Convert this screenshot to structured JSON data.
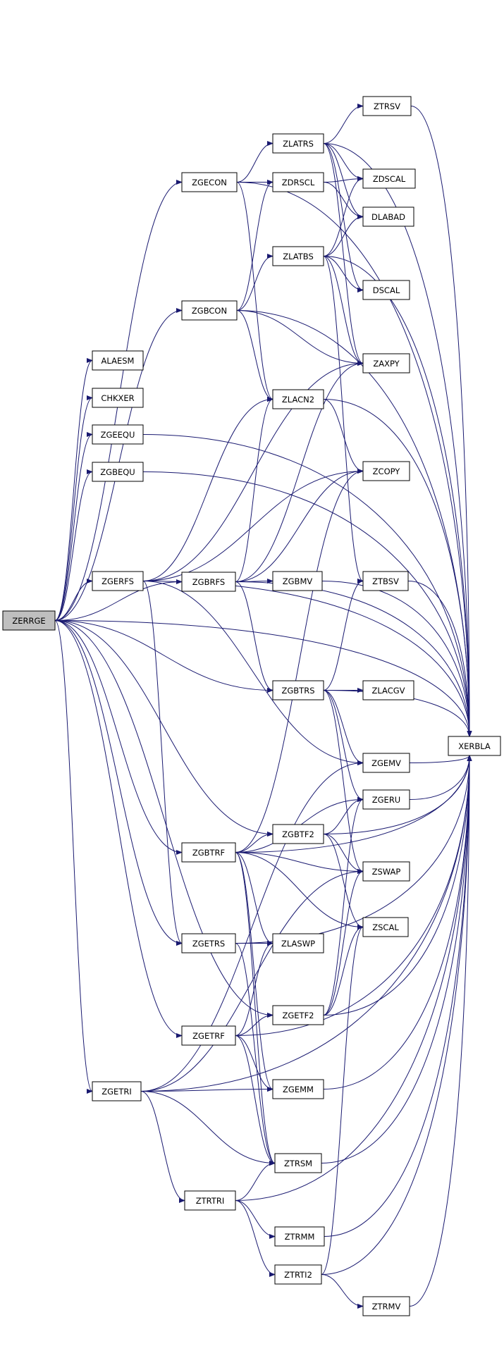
{
  "graph": {
    "root": "ZERRGE",
    "edge_color": "#191970",
    "root_fill": "#bfbfbf",
    "nodes": [
      {
        "id": "ZERRGE",
        "label": "ZERRGE"
      },
      {
        "id": "ALAESM",
        "label": "ALAESM"
      },
      {
        "id": "CHKXER",
        "label": "CHKXER"
      },
      {
        "id": "ZGEEQU",
        "label": "ZGEEQU"
      },
      {
        "id": "ZGBEQU",
        "label": "ZGBEQU"
      },
      {
        "id": "ZGERFS",
        "label": "ZGERFS"
      },
      {
        "id": "ZGETRI",
        "label": "ZGETRI"
      },
      {
        "id": "ZGECON",
        "label": "ZGECON"
      },
      {
        "id": "ZGBCON",
        "label": "ZGBCON"
      },
      {
        "id": "ZGBRFS",
        "label": "ZGBRFS"
      },
      {
        "id": "ZGBTRF",
        "label": "ZGBTRF"
      },
      {
        "id": "ZGETRS",
        "label": "ZGETRS"
      },
      {
        "id": "ZGETRF",
        "label": "ZGETRF"
      },
      {
        "id": "ZTRTRI",
        "label": "ZTRTRI"
      },
      {
        "id": "ZLATRS",
        "label": "ZLATRS"
      },
      {
        "id": "ZDRSCL",
        "label": "ZDRSCL"
      },
      {
        "id": "ZLATBS",
        "label": "ZLATBS"
      },
      {
        "id": "ZLACN2",
        "label": "ZLACN2"
      },
      {
        "id": "ZGBMV",
        "label": "ZGBMV"
      },
      {
        "id": "ZGBTRS",
        "label": "ZGBTRS"
      },
      {
        "id": "ZGBTF2",
        "label": "ZGBTF2"
      },
      {
        "id": "ZLASWP",
        "label": "ZLASWP"
      },
      {
        "id": "ZGETF2",
        "label": "ZGETF2"
      },
      {
        "id": "ZGEMM",
        "label": "ZGEMM"
      },
      {
        "id": "ZTRSM",
        "label": "ZTRSM"
      },
      {
        "id": "ZTRMM",
        "label": "ZTRMM"
      },
      {
        "id": "ZTRTI2",
        "label": "ZTRTI2"
      },
      {
        "id": "ZTRSV",
        "label": "ZTRSV"
      },
      {
        "id": "ZDSCAL",
        "label": "ZDSCAL"
      },
      {
        "id": "DLABAD",
        "label": "DLABAD"
      },
      {
        "id": "DSCAL",
        "label": "DSCAL"
      },
      {
        "id": "ZAXPY",
        "label": "ZAXPY"
      },
      {
        "id": "ZCOPY",
        "label": "ZCOPY"
      },
      {
        "id": "ZTBSV",
        "label": "ZTBSV"
      },
      {
        "id": "ZLACGV",
        "label": "ZLACGV"
      },
      {
        "id": "ZGEMV",
        "label": "ZGEMV"
      },
      {
        "id": "ZGERU",
        "label": "ZGERU"
      },
      {
        "id": "ZSWAP",
        "label": "ZSWAP"
      },
      {
        "id": "ZSCAL",
        "label": "ZSCAL"
      },
      {
        "id": "ZTRMV",
        "label": "ZTRMV"
      },
      {
        "id": "XERBLA",
        "label": "XERBLA"
      }
    ],
    "edges": [
      [
        "ZERRGE",
        "ALAESM"
      ],
      [
        "ZERRGE",
        "CHKXER"
      ],
      [
        "ZERRGE",
        "ZGEEQU"
      ],
      [
        "ZERRGE",
        "ZGBEQU"
      ],
      [
        "ZERRGE",
        "ZGERFS"
      ],
      [
        "ZERRGE",
        "ZGBRFS"
      ],
      [
        "ZERRGE",
        "ZGBCON"
      ],
      [
        "ZERRGE",
        "ZGECON"
      ],
      [
        "ZERRGE",
        "ZGBTRS"
      ],
      [
        "ZERRGE",
        "ZGBTRF"
      ],
      [
        "ZERRGE",
        "ZGBTF2"
      ],
      [
        "ZERRGE",
        "ZGETRS"
      ],
      [
        "ZERRGE",
        "ZGETF2"
      ],
      [
        "ZERRGE",
        "ZGETRF"
      ],
      [
        "ZERRGE",
        "ZGETRI"
      ],
      [
        "ZERRGE",
        "XERBLA"
      ],
      [
        "ZGEEQU",
        "XERBLA"
      ],
      [
        "ZGBEQU",
        "XERBLA"
      ],
      [
        "ZGECON",
        "ZLATRS"
      ],
      [
        "ZGECON",
        "ZDRSCL"
      ],
      [
        "ZGECON",
        "ZLACN2"
      ],
      [
        "ZGECON",
        "XERBLA"
      ],
      [
        "ZLATRS",
        "ZTRSV"
      ],
      [
        "ZLATRS",
        "ZDSCAL"
      ],
      [
        "ZLATRS",
        "DLABAD"
      ],
      [
        "ZLATRS",
        "DSCAL"
      ],
      [
        "ZLATRS",
        "ZAXPY"
      ],
      [
        "ZLATRS",
        "XERBLA"
      ],
      [
        "ZDRSCL",
        "ZDSCAL"
      ],
      [
        "ZDRSCL",
        "DLABAD"
      ],
      [
        "ZLATBS",
        "ZDSCAL"
      ],
      [
        "ZLATBS",
        "DLABAD"
      ],
      [
        "ZLATBS",
        "DSCAL"
      ],
      [
        "ZLATBS",
        "ZAXPY"
      ],
      [
        "ZLATBS",
        "ZTBSV"
      ],
      [
        "ZLATBS",
        "XERBLA"
      ],
      [
        "ZGBCON",
        "ZLATBS"
      ],
      [
        "ZGBCON",
        "ZDRSCL"
      ],
      [
        "ZGBCON",
        "ZAXPY"
      ],
      [
        "ZGBCON",
        "ZLACN2"
      ],
      [
        "ZGBCON",
        "XERBLA"
      ],
      [
        "ZLACN2",
        "ZCOPY"
      ],
      [
        "ZLACN2",
        "XERBLA"
      ],
      [
        "ZGERFS",
        "ZAXPY"
      ],
      [
        "ZGERFS",
        "ZLACN2"
      ],
      [
        "ZGERFS",
        "ZCOPY"
      ],
      [
        "ZGERFS",
        "ZGEMV"
      ],
      [
        "ZGERFS",
        "ZGETRS"
      ],
      [
        "ZGERFS",
        "XERBLA"
      ],
      [
        "ZGBRFS",
        "ZGBMV"
      ],
      [
        "ZGBRFS",
        "ZAXPY"
      ],
      [
        "ZGBRFS",
        "ZLACN2"
      ],
      [
        "ZGBRFS",
        "ZCOPY"
      ],
      [
        "ZGBRFS",
        "ZGBTRS"
      ],
      [
        "ZGBRFS",
        "XERBLA"
      ],
      [
        "ZGBMV",
        "XERBLA"
      ],
      [
        "ZGBTRS",
        "ZTBSV"
      ],
      [
        "ZGBTRS",
        "ZLACGV"
      ],
      [
        "ZGBTRS",
        "ZGEMV"
      ],
      [
        "ZGBTRS",
        "ZGERU"
      ],
      [
        "ZGBTRS",
        "ZSWAP"
      ],
      [
        "ZGBTRS",
        "XERBLA"
      ],
      [
        "ZTRSV",
        "XERBLA"
      ],
      [
        "ZTBSV",
        "XERBLA"
      ],
      [
        "ZGEMV",
        "XERBLA"
      ],
      [
        "ZGERU",
        "XERBLA"
      ],
      [
        "ZGBTRF",
        "ZGBTF2"
      ],
      [
        "ZGBTRF",
        "ZCOPY"
      ],
      [
        "ZGBTRF",
        "ZGERU"
      ],
      [
        "ZGBTRF",
        "ZSWAP"
      ],
      [
        "ZGBTRF",
        "ZSCAL"
      ],
      [
        "ZGBTRF",
        "ZLASWP"
      ],
      [
        "ZGBTRF",
        "ZGEMM"
      ],
      [
        "ZGBTRF",
        "ZTRSM"
      ],
      [
        "ZGBTRF",
        "XERBLA"
      ],
      [
        "ZGBTF2",
        "ZGERU"
      ],
      [
        "ZGBTF2",
        "ZSWAP"
      ],
      [
        "ZGBTF2",
        "ZSCAL"
      ],
      [
        "ZGBTF2",
        "XERBLA"
      ],
      [
        "ZGETRS",
        "ZLASWP"
      ],
      [
        "ZGETRS",
        "ZTRSM"
      ],
      [
        "ZGETRS",
        "XERBLA"
      ],
      [
        "ZGETRF",
        "ZGETF2"
      ],
      [
        "ZGETRF",
        "ZLASWP"
      ],
      [
        "ZGETRF",
        "ZGEMM"
      ],
      [
        "ZGETRF",
        "ZTRSM"
      ],
      [
        "ZGETRF",
        "XERBLA"
      ],
      [
        "ZGETF2",
        "ZGERU"
      ],
      [
        "ZGETF2",
        "ZSWAP"
      ],
      [
        "ZGETF2",
        "ZSCAL"
      ],
      [
        "ZGETF2",
        "XERBLA"
      ],
      [
        "ZGEMM",
        "XERBLA"
      ],
      [
        "ZTRSM",
        "XERBLA"
      ],
      [
        "ZGETRI",
        "ZGEMV"
      ],
      [
        "ZGETRI",
        "ZSWAP"
      ],
      [
        "ZGETRI",
        "ZGEMM"
      ],
      [
        "ZGETRI",
        "ZTRSM"
      ],
      [
        "ZGETRI",
        "ZTRTRI"
      ],
      [
        "ZGETRI",
        "XERBLA"
      ],
      [
        "ZTRTRI",
        "ZTRSM"
      ],
      [
        "ZTRTRI",
        "ZTRMM"
      ],
      [
        "ZTRTRI",
        "ZTRTI2"
      ],
      [
        "ZTRTRI",
        "XERBLA"
      ],
      [
        "ZTRMM",
        "XERBLA"
      ],
      [
        "ZTRTI2",
        "ZSCAL"
      ],
      [
        "ZTRTI2",
        "ZTRMV"
      ],
      [
        "ZTRTI2",
        "XERBLA"
      ],
      [
        "ZTRMV",
        "XERBLA"
      ]
    ]
  }
}
